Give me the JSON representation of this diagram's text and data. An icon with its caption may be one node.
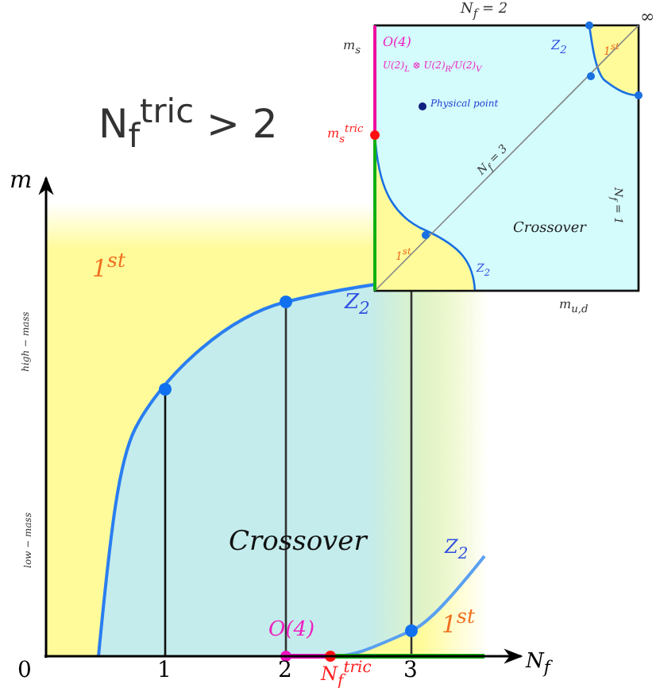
{
  "diagram": {
    "labels": [
      "N$_{f}$$^{tric}$ > 2",
      "N$_{f}$ = 2",
      "∞",
      "m$_{s}$",
      "O(4)",
      "Z$_{2}$",
      "1$^{st}$",
      "U(2)$_{L}$ ⊗ U(2)$_{R}$/U(2)$_{V}$",
      "Physical point",
      "m$_{s}$$^{tric}$",
      "N$_{f}$ = 3",
      "N$_{f}$ = 1",
      "Crossover",
      "1$^{st}$",
      "Z$_{2}$",
      "m$_{u,d}$",
      "m",
      "1$^{st}$",
      "high − mass",
      "Z$_{2}$",
      "low − mass",
      "Crossover",
      "Z$_{2}$",
      "O(4)",
      "1$^{st}$",
      "0",
      "1",
      "2",
      "N$_{f}$$^{tric}$",
      "3",
      "N$_{f}$"
    ]
  }
}
